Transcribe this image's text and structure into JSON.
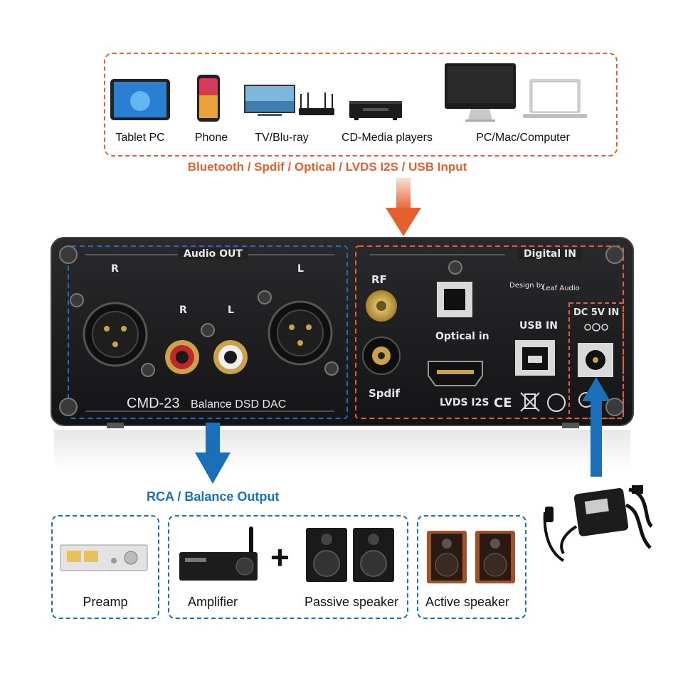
{
  "sources": {
    "items": [
      {
        "label": "Tablet PC"
      },
      {
        "label": "Phone"
      },
      {
        "label": "TV/Blu-ray"
      },
      {
        "label": "CD-Media players"
      },
      {
        "label": "PC/Mac/Computer"
      }
    ],
    "input_caption": "Bluetooth / Spdif / Optical / LVDS I2S / USB Input"
  },
  "device": {
    "model": "CMD-23",
    "subtitle": "Balance DSD DAC",
    "audio_out_label": "Audio OUT",
    "digital_in_label": "Digital IN",
    "xlr_right": "R",
    "xlr_left": "L",
    "rca_right": "R",
    "rca_left": "L",
    "rf_label": "RF",
    "spdif_label": "Spdif",
    "optical_label": "Optical in",
    "lvds_label": "LVDS I2S",
    "usb_label": "USB IN",
    "design_by": "Design by",
    "brand": "Leaf Audio",
    "dc_label": "DC 5V IN",
    "ce_mark": "CE"
  },
  "output_caption": "RCA / Balance Output",
  "outputs": {
    "preamp": "Preamp",
    "amplifier": "Amplifier",
    "plus": "+",
    "passive": "Passive speaker",
    "active": "Active speaker"
  },
  "colors": {
    "orange": "#e5602c",
    "blue": "#1a6fb8",
    "panel": "#1c1c1e"
  }
}
